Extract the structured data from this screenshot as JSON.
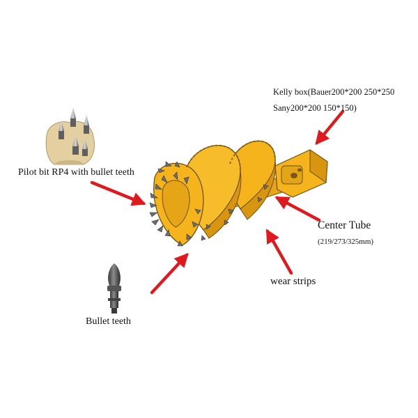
{
  "labels": {
    "kelly_box_line1": "Kelly box(Bauer200*200 250*250",
    "kelly_box_line2": "Sany200*200 150*150)",
    "pilot_bit": "Pilot bit RP4 with bullet teeth",
    "center_tube": "Center Tube",
    "center_tube_sizes": "(219/273/325mm)",
    "wear_strips": "wear strips",
    "bullet_teeth": "Bullet teeth"
  },
  "colors": {
    "auger_yellow": "#F5B41C",
    "auger_dark": "#C98A0C",
    "arrow_red": "#E0191E",
    "teeth_gray": "#6E6E6E",
    "pilot_base": "#E3CFA0"
  },
  "icons": [
    "auger-drilling-bucket-illustration",
    "pilot-bit-photo-icon",
    "bullet-tooth-photo-icon"
  ]
}
